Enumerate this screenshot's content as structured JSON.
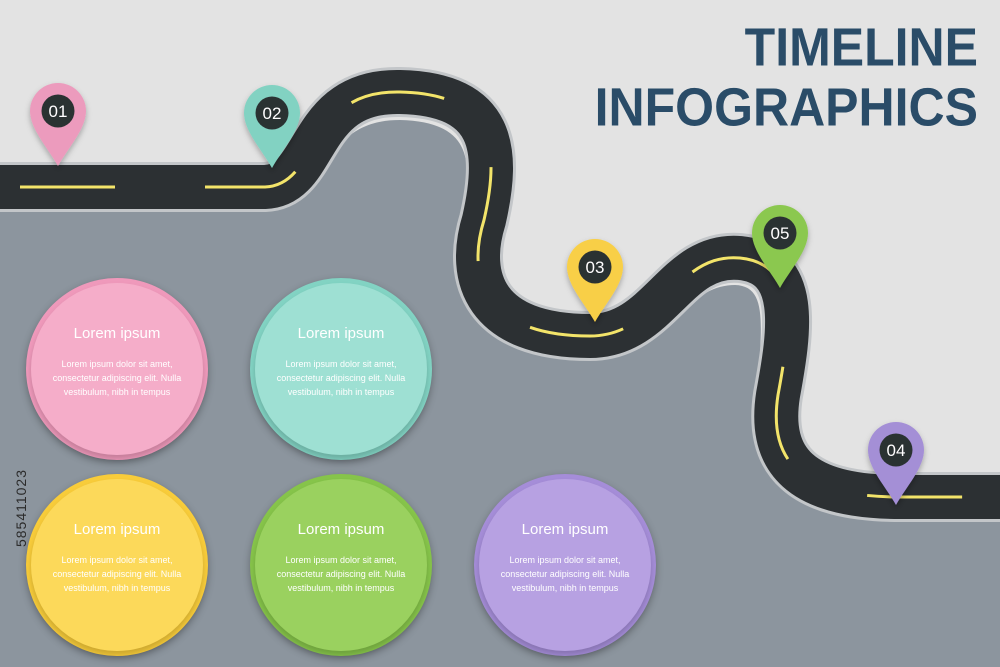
{
  "title": {
    "line1": "TIMELINE",
    "line2": "INFOGRAPHICS"
  },
  "side_id": "585411023",
  "colors": {
    "background": "#e3e3e3",
    "ground": "#8c959e",
    "road": "#2c3033",
    "road_marking": "#f3e46a",
    "title": "#2a4c68"
  },
  "pins": [
    {
      "label": "01",
      "color": "#ec9bbd"
    },
    {
      "label": "02",
      "color": "#82d2c2"
    },
    {
      "label": "03",
      "color": "#f8cf47"
    },
    {
      "label": "04",
      "color": "#a48fd6"
    },
    {
      "label": "05",
      "color": "#8bc850"
    }
  ],
  "cards": [
    {
      "title": "Lorem ipsum",
      "text": "Lorem ipsum dolor sit amet, consectetur adipiscing elit. Nulla vestibulum, nibh in tempus",
      "color": "#ef99bb",
      "inner": "#f5adc9"
    },
    {
      "title": "Lorem ipsum",
      "text": "Lorem ipsum dolor sit amet, consectetur adipiscing elit. Nulla vestibulum, nibh in tempus",
      "color": "#82d3c3",
      "inner": "#9ee0d3"
    },
    {
      "title": "Lorem ipsum",
      "text": "Lorem ipsum dolor sit amet, consectetur adipiscing elit. Nulla vestibulum, nibh in tempus",
      "color": "#f8cc3a",
      "inner": "#fcd95a"
    },
    {
      "title": "Lorem ipsum",
      "text": "Lorem ipsum dolor sit amet, consectetur adipiscing elit. Nulla vestibulum, nibh in tempus",
      "color": "#86c44a",
      "inner": "#9ad15f"
    },
    {
      "title": "Lorem ipsum",
      "text": "Lorem ipsum dolor sit amet, consectetur adipiscing elit. Nulla vestibulum, nibh in tempus",
      "color": "#a58dd8",
      "inner": "#b7a1e2"
    }
  ]
}
